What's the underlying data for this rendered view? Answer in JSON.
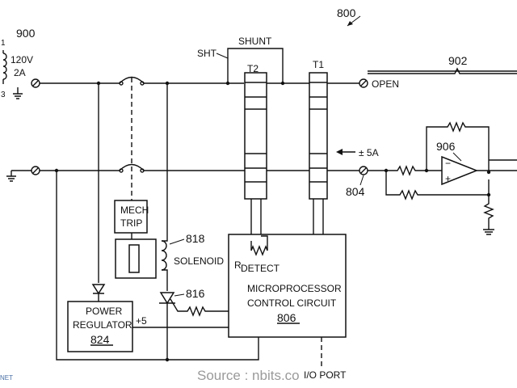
{
  "figure": {
    "ref_main": "800",
    "ref_source": "900",
    "source_voltage": "120V",
    "source_current": "2A",
    "edge_label_top": "1",
    "edge_label_bottom": "3",
    "ref_line": "902",
    "open_label": "OPEN",
    "shunt_label": "SHUNT",
    "sht_label": "SHT",
    "t2_label": "T2",
    "t1_label": "T1",
    "current_label": "± 5A",
    "ref_804": "804",
    "ref_906": "906",
    "mech_trip_line1": "MECH",
    "mech_trip_line2": "TRIP",
    "ref_818": "818",
    "solenoid_label": "SOLENOID",
    "ref_816": "816",
    "rdetect_r": "R",
    "rdetect_sub": "DETECT",
    "micro_line1": "MICROPROCESSOR",
    "micro_line2": "CONTROL CIRCUIT",
    "micro_ref": "806",
    "power_line1": "POWER",
    "power_line2": "REGULATOR",
    "power_ref": "824",
    "plus5_label": "+5",
    "io_port_label": "I/O PORT",
    "net_label": "NET",
    "watermark": "Source : nbits.co"
  }
}
